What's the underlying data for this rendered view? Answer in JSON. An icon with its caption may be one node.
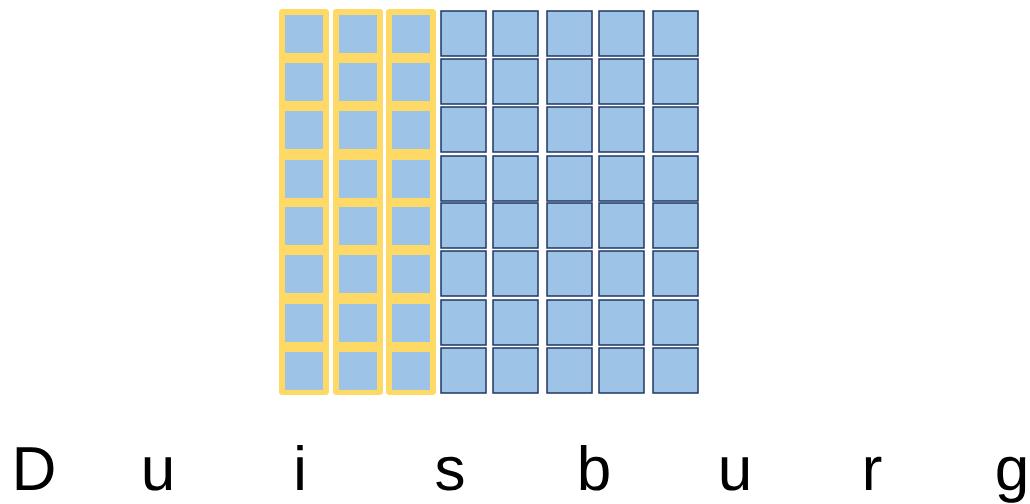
{
  "diagram": {
    "labels": [
      "D",
      "u",
      "i",
      "s",
      "b",
      "u",
      "r",
      "g"
    ]
  }
}
